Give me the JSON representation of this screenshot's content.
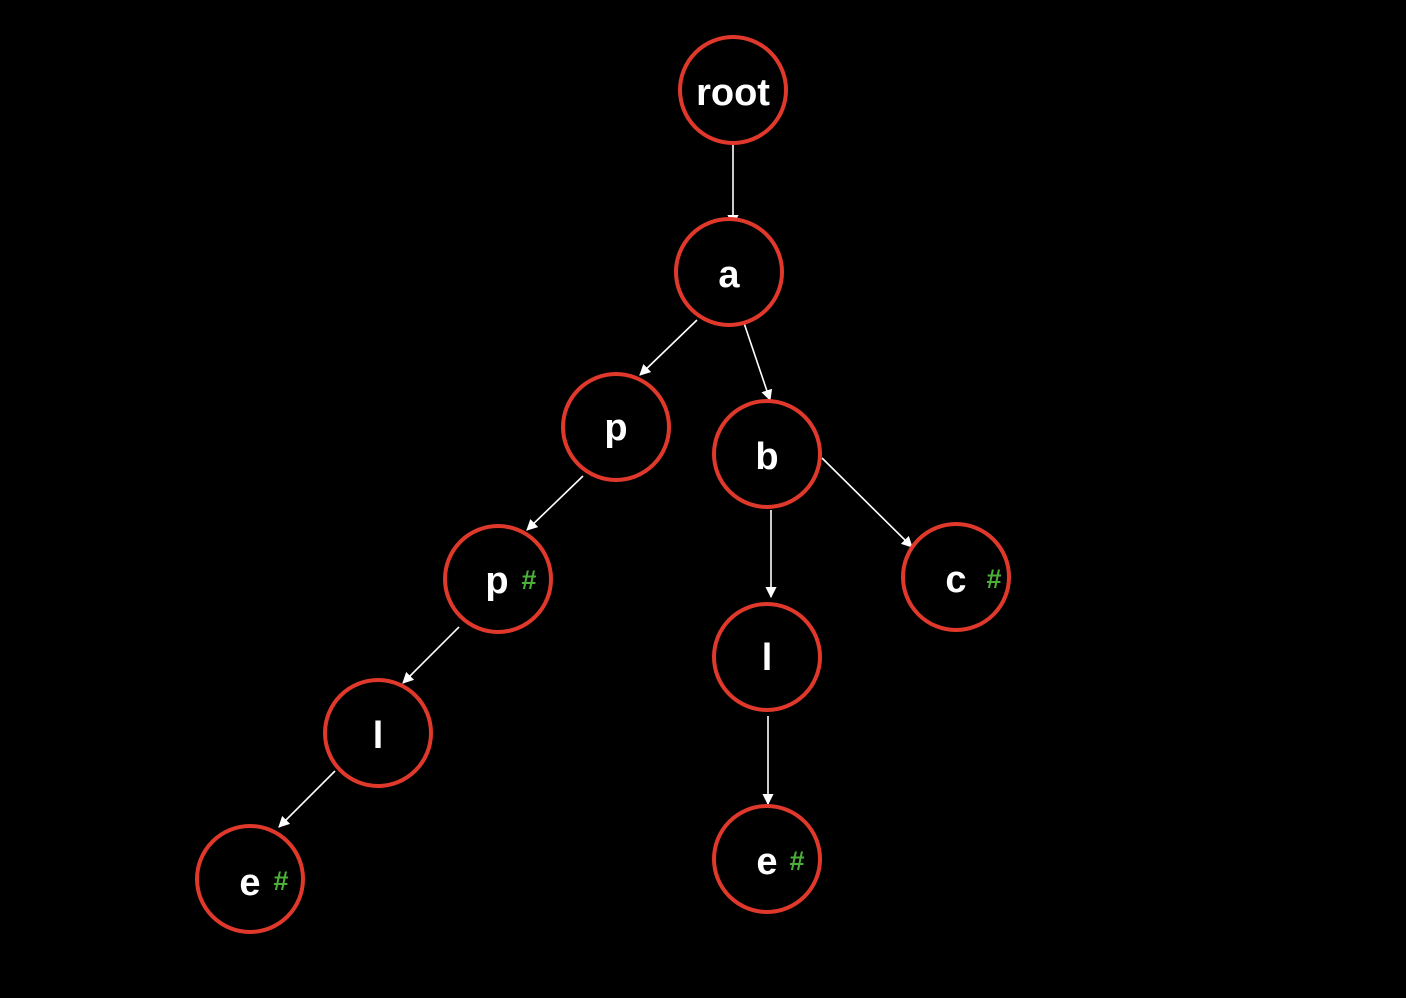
{
  "diagram": {
    "colors": {
      "background": "#000000",
      "node_stroke": "#e0392b",
      "node_label": "#ffffff",
      "end_mark": "#4caf3a",
      "edge": "#ffffff"
    },
    "nodes": [
      {
        "id": "root",
        "label": "root",
        "end_mark": ""
      },
      {
        "id": "a",
        "label": "a",
        "end_mark": ""
      },
      {
        "id": "p1",
        "label": "p",
        "end_mark": ""
      },
      {
        "id": "b",
        "label": "b",
        "end_mark": ""
      },
      {
        "id": "p2",
        "label": "p",
        "end_mark": "#"
      },
      {
        "id": "c",
        "label": "c",
        "end_mark": "#"
      },
      {
        "id": "l1",
        "label": "l",
        "end_mark": ""
      },
      {
        "id": "l2",
        "label": "l",
        "end_mark": ""
      },
      {
        "id": "e1",
        "label": "e",
        "end_mark": "#"
      },
      {
        "id": "e2",
        "label": "e",
        "end_mark": "#"
      }
    ],
    "edges": [
      {
        "from": "root",
        "to": "a"
      },
      {
        "from": "a",
        "to": "p1"
      },
      {
        "from": "a",
        "to": "b"
      },
      {
        "from": "p1",
        "to": "p2"
      },
      {
        "from": "b",
        "to": "l2"
      },
      {
        "from": "b",
        "to": "c"
      },
      {
        "from": "p2",
        "to": "l1"
      },
      {
        "from": "l1",
        "to": "e1"
      },
      {
        "from": "l2",
        "to": "e2"
      }
    ]
  }
}
